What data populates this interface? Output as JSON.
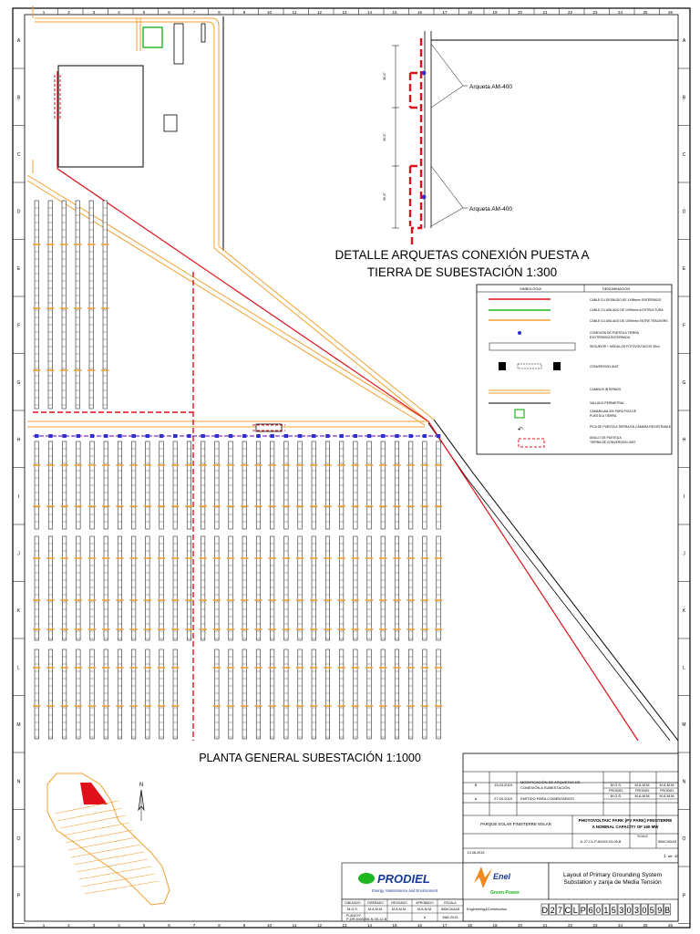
{
  "titles": {
    "detail_line1": "DETALLE ARQUETAS CONEXIÓN PUESTA A",
    "detail_line2": "TIERRA DE SUBESTACIÓN 1:300",
    "plan": "PLANTA GENERAL SUBESTACIÓN 1:1000"
  },
  "detail": {
    "callout_top": "Arqueta AM-400",
    "callout_bottom": "Arqueta AM-400",
    "dims": [
      "36,47",
      "36,47",
      "36,47"
    ]
  },
  "border": {
    "col_numbers": [
      "1",
      "2",
      "3",
      "4",
      "5",
      "6",
      "7",
      "8",
      "9",
      "10",
      "11",
      "12",
      "13",
      "14",
      "15",
      "16",
      "17",
      "18",
      "19",
      "20",
      "21",
      "22",
      "23",
      "24",
      "25",
      "26"
    ],
    "row_letters": [
      "A",
      "B",
      "C",
      "D",
      "E",
      "F",
      "G",
      "H",
      "I",
      "J",
      "K",
      "L",
      "M",
      "N",
      "O",
      "P"
    ]
  },
  "legend": {
    "col_symbol": "SIMBOLOGIA",
    "col_name": "DENOMINACIÓN",
    "colors": {
      "red": "#e0101a",
      "green": "#1db81d",
      "orange": "#f0a030",
      "blue": "#3030d0"
    },
    "items": [
      "CABLE CU DESNUDO DE 1X95mm² ENTERRADO",
      "CABLE CU AISLADO DE 1X95mm² A ESTRUCTURA",
      "CABLE CU AISLADO DE 1X95mm² ENTRE TRACKERS",
      "CONEXIÓN DE PUESTA A TIERRA",
      "EXOTÉRMICA ENTERRADA",
      "SEGUIDOR + MÓDULOS FOTOVOLTAICOS 39x4",
      "CONVERSION UNIT",
      "CAMINOS INTERNOS",
      "VALLADO PERIMETRAL",
      "CÁMARA AM-400 PARA PICA DE",
      "PUESTA A TIERRA",
      "PICA DE PUESTA A TIERRA EN CÁMARA REGISTRABLE",
      "ANILLO DE PUESTA A",
      "TIERRA DE CONVERSION UNIT"
    ]
  },
  "map": {
    "north": "N"
  },
  "title_block": {
    "revisions": [
      {
        "rev": "B",
        "date": "13.03.2015",
        "desc1": "MODIFICACIÓN DE ARQUETAS DE",
        "desc2": "CONEXIÓN A SUBESTACIÓN",
        "drawn": "M.G.S.",
        "checked": "M.A.M.M.",
        "approved": "M.A.M.M."
      },
      {
        "rev": "A",
        "date": "27.04.2015",
        "desc1": "EMITIDO PARA COMENTARIOS",
        "desc2": "",
        "drawn": "M.G.S.",
        "checked": "M.A.M.M.",
        "approved": "M.A.M.M."
      }
    ],
    "company_row": [
      "PRODIEL",
      "PRODIEL",
      "PRODIEL"
    ],
    "project": "PARQUE SOLAR FINISTERRE SOLAR",
    "project_title1": "PHOTOVOLTAIC PARK (PV PARK) FINISTERRE",
    "project_title2": "A NOMINAL CAPACITY OF 160 MW",
    "code_small": "D-27-CL-P-60153-03-05-B",
    "scale_box": "SCALE",
    "scale_value": "INDICADAS",
    "sheet": "1",
    "of": "de",
    "sheets": "30",
    "date_left": "13.06.2015",
    "prodiel_logo": "PRODIEL",
    "prodiel_tagline": "Energy, Maintenance and Environment",
    "enel_logo": "Enel",
    "enel_sub": "Green Power",
    "drawing_title1": "Layout of Primary Grounding System",
    "drawing_title2": "Substation y zanja de Media Tensión",
    "doc_number_chars": [
      "D",
      "2",
      "7",
      "C",
      "L",
      "P",
      "6",
      "0",
      "1",
      "5",
      "3",
      "0",
      "3",
      "0",
      "5",
      "9",
      "B"
    ],
    "bottom_headers": [
      "DIBUJADO",
      "DISEÑADO",
      "REVISADO",
      "APROBADO",
      "ESCALA"
    ],
    "bottom_values": [
      "M.G.S.",
      "M.A.M.M.",
      "M.A.M.M.",
      "M.A.M.M.",
      "INDICADAS"
    ],
    "plano_label": "PLANO N°",
    "plano_value": "P-DR-5000206-N-05-12-B",
    "sheet_num": "6",
    "issue_date": "MAY.2015",
    "engineering": "Engineering&Construction"
  }
}
